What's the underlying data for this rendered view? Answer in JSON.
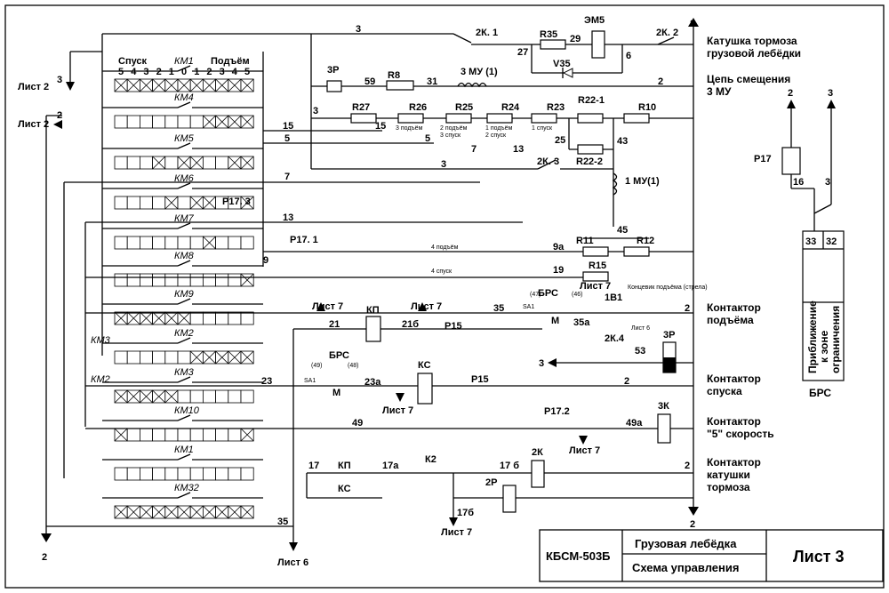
{
  "title_block": {
    "code": "КБСМ-503Б",
    "name": "Грузовая лебёдка",
    "subtitle": "Схема управления",
    "sheet": "Лист 3"
  },
  "right_labels": {
    "brake_coil": "Катушка тормоза",
    "brake_coil2": "грузовой лебёдки",
    "bias_circuit": "Цепь смещения",
    "bias_circuit2": "3 МУ",
    "up_contactor": "Контактор",
    "up_contactor2": "подъёма",
    "down_contactor": "Контактор",
    "down_contactor2": "спуска",
    "speed5_contactor": "Контактор",
    "speed5_contactor2": "\"5\" скорость",
    "brake_contactor": "Контактор",
    "brake_contactor2": "катушки",
    "brake_contactor3": "тормоза"
  },
  "controller": {
    "down_label": "Спуск",
    "up_label": "Подъём",
    "positions": [
      "5",
      "4",
      "3",
      "2",
      "1",
      "0",
      "1",
      "2",
      "3",
      "4",
      "5"
    ],
    "contacts": [
      "KM1",
      "KM4",
      "KM5",
      "KM6",
      "KM7",
      "KM8",
      "KM9",
      "KM2",
      "KM3",
      "KM10",
      "KM1",
      "KM32"
    ],
    "contact_labels": [
      "КМ1",
      "КМ4",
      "КМ5",
      "КМ6",
      "КМ7",
      "КМ8",
      "КМ9",
      "КМ2",
      "КМ3",
      "КМ10",
      "КМ1",
      "КМ32"
    ],
    "km3_left": "КМ3",
    "km2_left": "КМ2"
  },
  "sheet_refs": {
    "list2": "Лист 2",
    "list7": "Лист 7",
    "list6": "Лист 6"
  },
  "components": {
    "em5": "ЭМ5",
    "r35": "R35",
    "v35": "V35",
    "k1": "2К. 1",
    "k2": "2К. 2",
    "zr": "3Р",
    "r8": "R8",
    "mu": "3 МУ (1)",
    "r27": "R27",
    "r26": "R26",
    "r25": "R25",
    "r24": "R24",
    "r23": "R23",
    "r22_1": "R22-1",
    "r22_2": "R22-2",
    "r10": "R10",
    "k3": "2К. 3",
    "mu1": "1 МУ(1)",
    "p17_3": "Р17. 3",
    "p17_1": "Р17. 1",
    "r11": "R11",
    "r12": "R12",
    "r15": "R15",
    "brs": "БРС",
    "sa1": "SA1",
    "m": "М",
    "kp": "КП",
    "p15": "Р15",
    "b1": "1В1",
    "limit_switch": "Концевик подъёма (стрела)",
    "k4": "2К.4",
    "zr2": "3Р",
    "ks": "КС",
    "p17_2": "Р17.2",
    "zk": "3К",
    "k2b": "К2",
    "k2coil": "2К",
    "p2coil": "2Р",
    "p17": "Р17",
    "brs_box": "БРС",
    "brs_text1": "Приближение",
    "brs_text2": "к зоне",
    "brs_text3": "ограничения",
    "small_3up": "3 подъём",
    "small_2up": "2 подъём",
    "small_3down": "3 спуск",
    "small_1up": "1 подъём",
    "small_2down": "2 спуск",
    "small_1down": "1 спуск",
    "small_4up": "4 подъём",
    "small_4down": "4 спуск",
    "c47": "(47)",
    "c46": "(46)",
    "c49": "(49)",
    "c48": "(48)"
  },
  "wire_numbers": {
    "n3a": "3",
    "n27": "27",
    "n29": "29",
    "n6": "6",
    "n59": "59",
    "n31": "31",
    "n2a": "2",
    "n3b": "3",
    "n15a": "15",
    "n15b": "15",
    "n5a": "5",
    "n5b": "5",
    "n7a": "7",
    "n7b": "7",
    "n13a": "13",
    "n13b": "13",
    "n25": "25",
    "n43": "43",
    "n3c": "3",
    "n45": "45",
    "n9a": "9а",
    "n9": "9",
    "n19": "19",
    "n35": "35",
    "n35a": "35а",
    "n2b": "2",
    "n21": "21",
    "n216": "21б",
    "n53": "53",
    "n3d": "3",
    "n23": "23",
    "n23a": "23а",
    "n2c": "2",
    "n49": "49",
    "n49a": "49а",
    "n17": "17",
    "n17a": "17а",
    "n17b": "17 б",
    "n2d": "2",
    "n176": "17б",
    "n35b": "35",
    "n2e": "2",
    "n3e": "3",
    "n16": "16",
    "n3f": "3",
    "t33": "33",
    "t32": "32",
    "arr2_top": "2",
    "arr2_bot": "2",
    "arr2_left": "2",
    "arr3_left": "3",
    "arr2_right": "2",
    "arr3_right": "3",
    "arr2_rbot": "2"
  }
}
